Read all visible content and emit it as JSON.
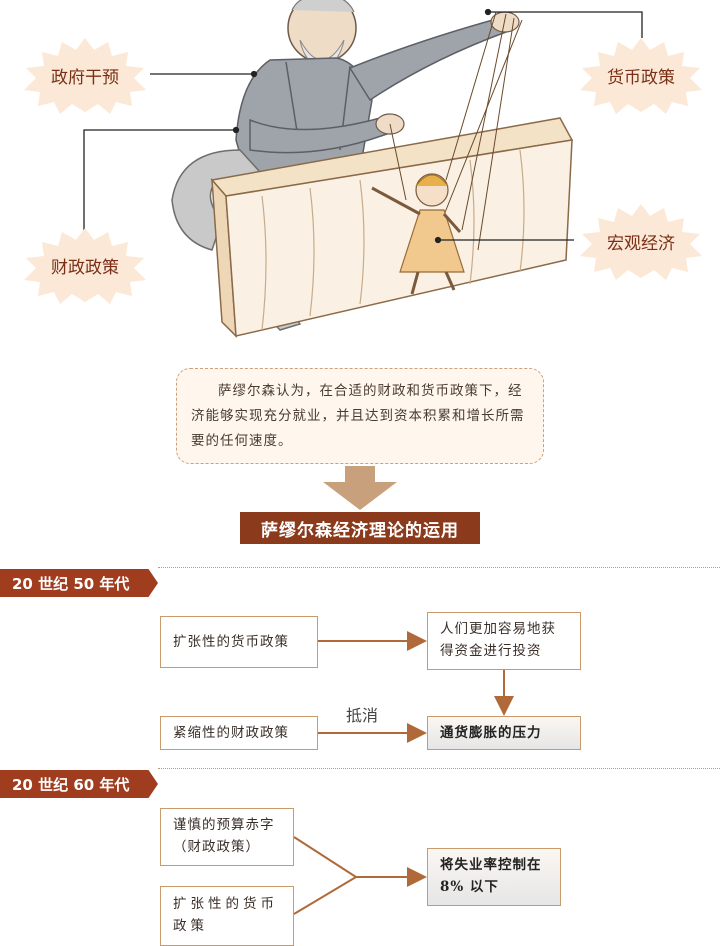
{
  "labels": {
    "government": "政府干预",
    "monetary": "货币政策",
    "fiscal": "财政政策",
    "macro": "宏观经济"
  },
  "quote": "萨缪尔森认为，在合适的财政和货币政策下，经济能够实现充分就业，并且达到资本积累和增长所需要的任何速度。",
  "main_title": "萨缪尔森经济理论的运用",
  "sections": [
    {
      "tag": "20 世纪 50 年代",
      "box_expansionary_monetary": "扩张性的货币政策",
      "box_easier_funds": "人们更加容易地获得资金进行投资",
      "offset_label": "抵消",
      "box_contractionary_fiscal": "紧缩性的财政政策",
      "box_inflation_pressure": "通货膨胀的压力"
    },
    {
      "tag": "20 世纪 60 年代",
      "box_prudent_deficit": "谨慎的预算赤字（财政政策）",
      "box_expansionary_monetary": "扩张性的货币政策",
      "box_unemployment": "将失业率控制在 8% 以下"
    }
  ],
  "colors": {
    "brand": "#8b3a1c",
    "box_border": "#c99a6c",
    "arrow": "#b06a3a",
    "burst": "#fbe8d6"
  }
}
